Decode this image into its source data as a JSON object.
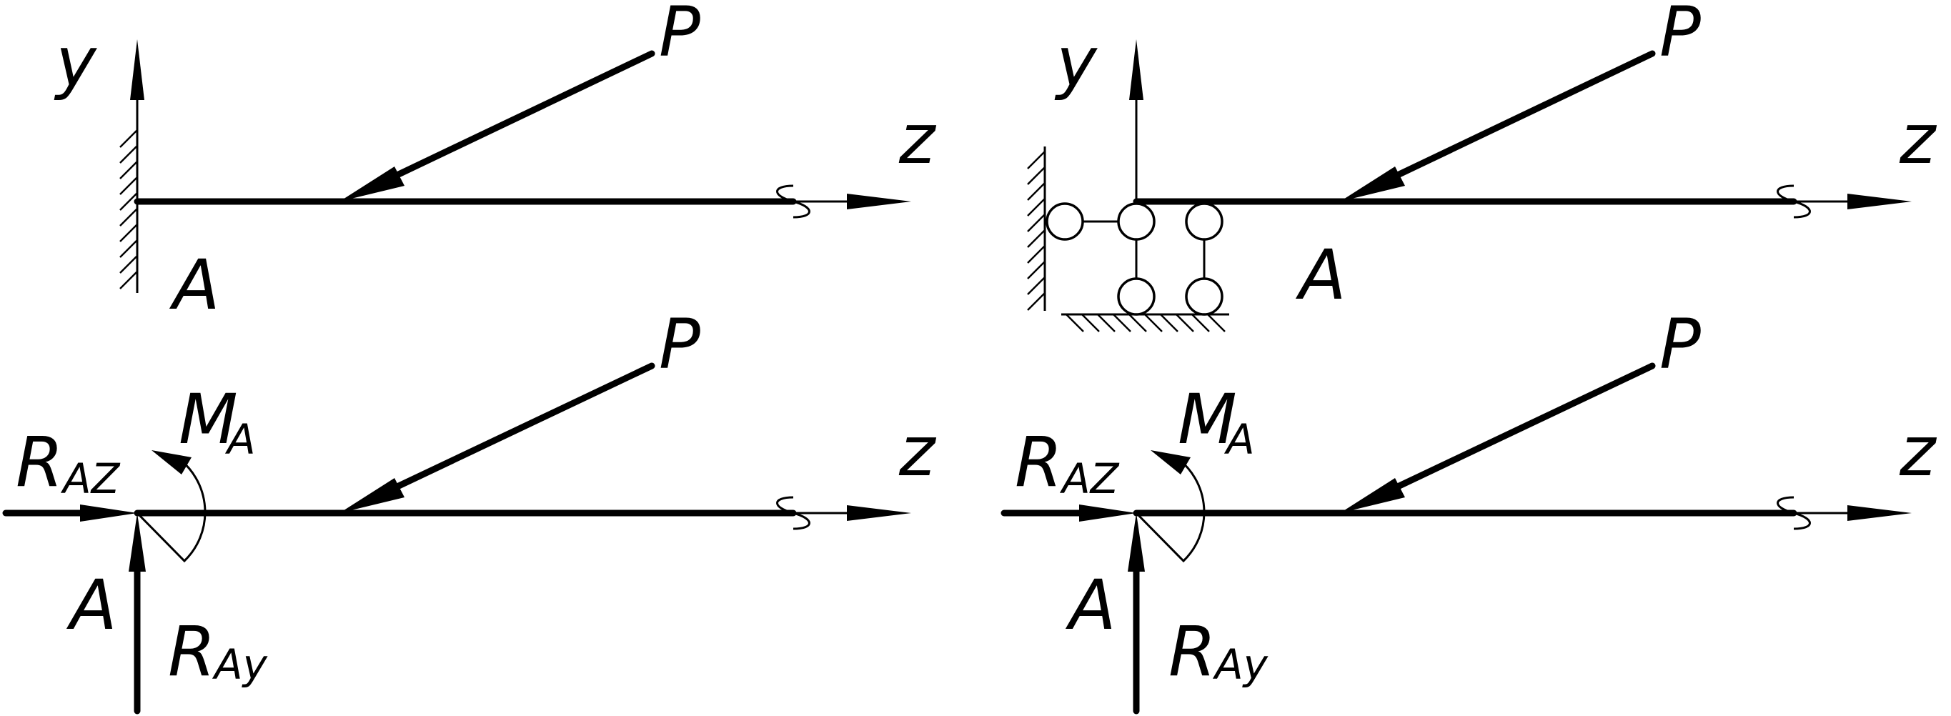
{
  "panels": {
    "top_left": {
      "y_axis": "y",
      "z_axis": "z",
      "force": "P",
      "point": "A"
    },
    "top_right": {
      "y_axis": "y",
      "z_axis": "z",
      "force": "P",
      "point": "A"
    },
    "bottom_left": {
      "force": "P",
      "z_axis": "z",
      "moment": "M",
      "moment_sub": "A",
      "reaction_z": "R",
      "reaction_z_sub": "AZ",
      "reaction_y": "R",
      "reaction_y_sub": "Ay",
      "point": "A"
    },
    "bottom_right": {
      "force": "P",
      "z_axis": "z",
      "moment": "M",
      "moment_sub": "A",
      "reaction_z": "R",
      "reaction_z_sub": "AZ",
      "reaction_y": "R",
      "reaction_y_sub": "Ay",
      "point": "A"
    }
  }
}
